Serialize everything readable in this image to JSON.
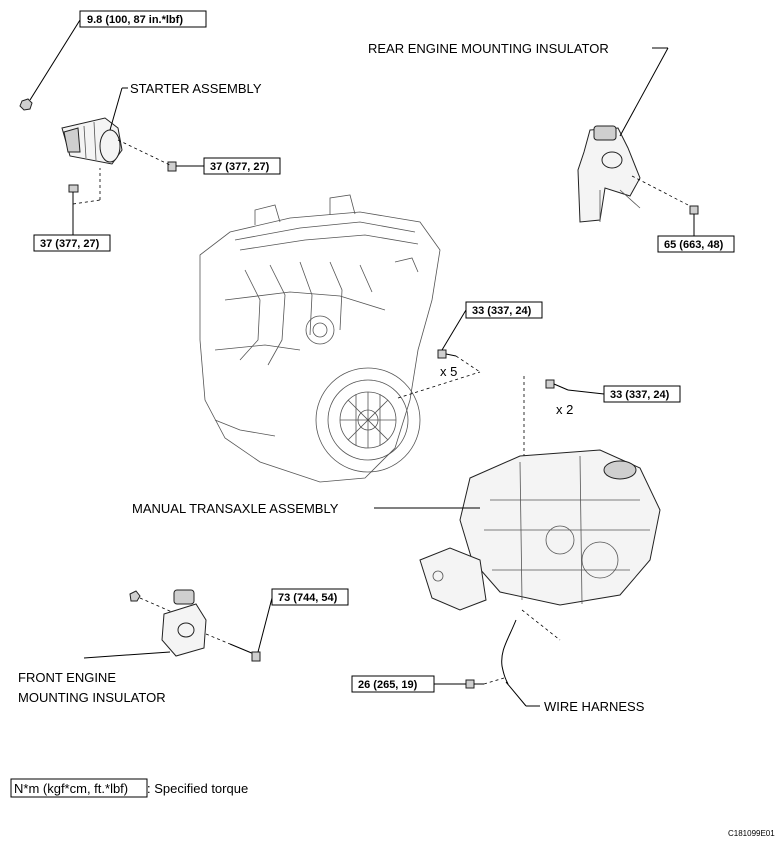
{
  "labels": {
    "starter": "STARTER ASSEMBLY",
    "rear_mount": "REAR ENGINE MOUNTING INSULATOR",
    "transaxle": "MANUAL TRANSAXLE ASSEMBLY",
    "front_mount_1": "FRONT ENGINE",
    "front_mount_2": "MOUNTING INSULATOR",
    "wire_harness": "WIRE HARNESS"
  },
  "torques": {
    "starter_nut": "9.8 (100, 87 in.*lbf)",
    "starter_bolt_right": "37 (377, 27)",
    "starter_bolt_left": "37 (377, 27)",
    "rear_mount_bolt": "65 (663, 48)",
    "engine_bolts": "33 (337, 24)",
    "transaxle_bolts": "33 (337, 24)",
    "front_mount_bolt": "73 (744, 54)",
    "wire_harness_bolt": "26 (265, 19)"
  },
  "quantities": {
    "engine_bolts": "x 5",
    "transaxle_bolts": "x 2"
  },
  "legend": {
    "unit_box": "N*m (kgf*cm, ft.*lbf)",
    "unit_desc": ": Specified torque"
  },
  "figure_id": "C181099E01"
}
